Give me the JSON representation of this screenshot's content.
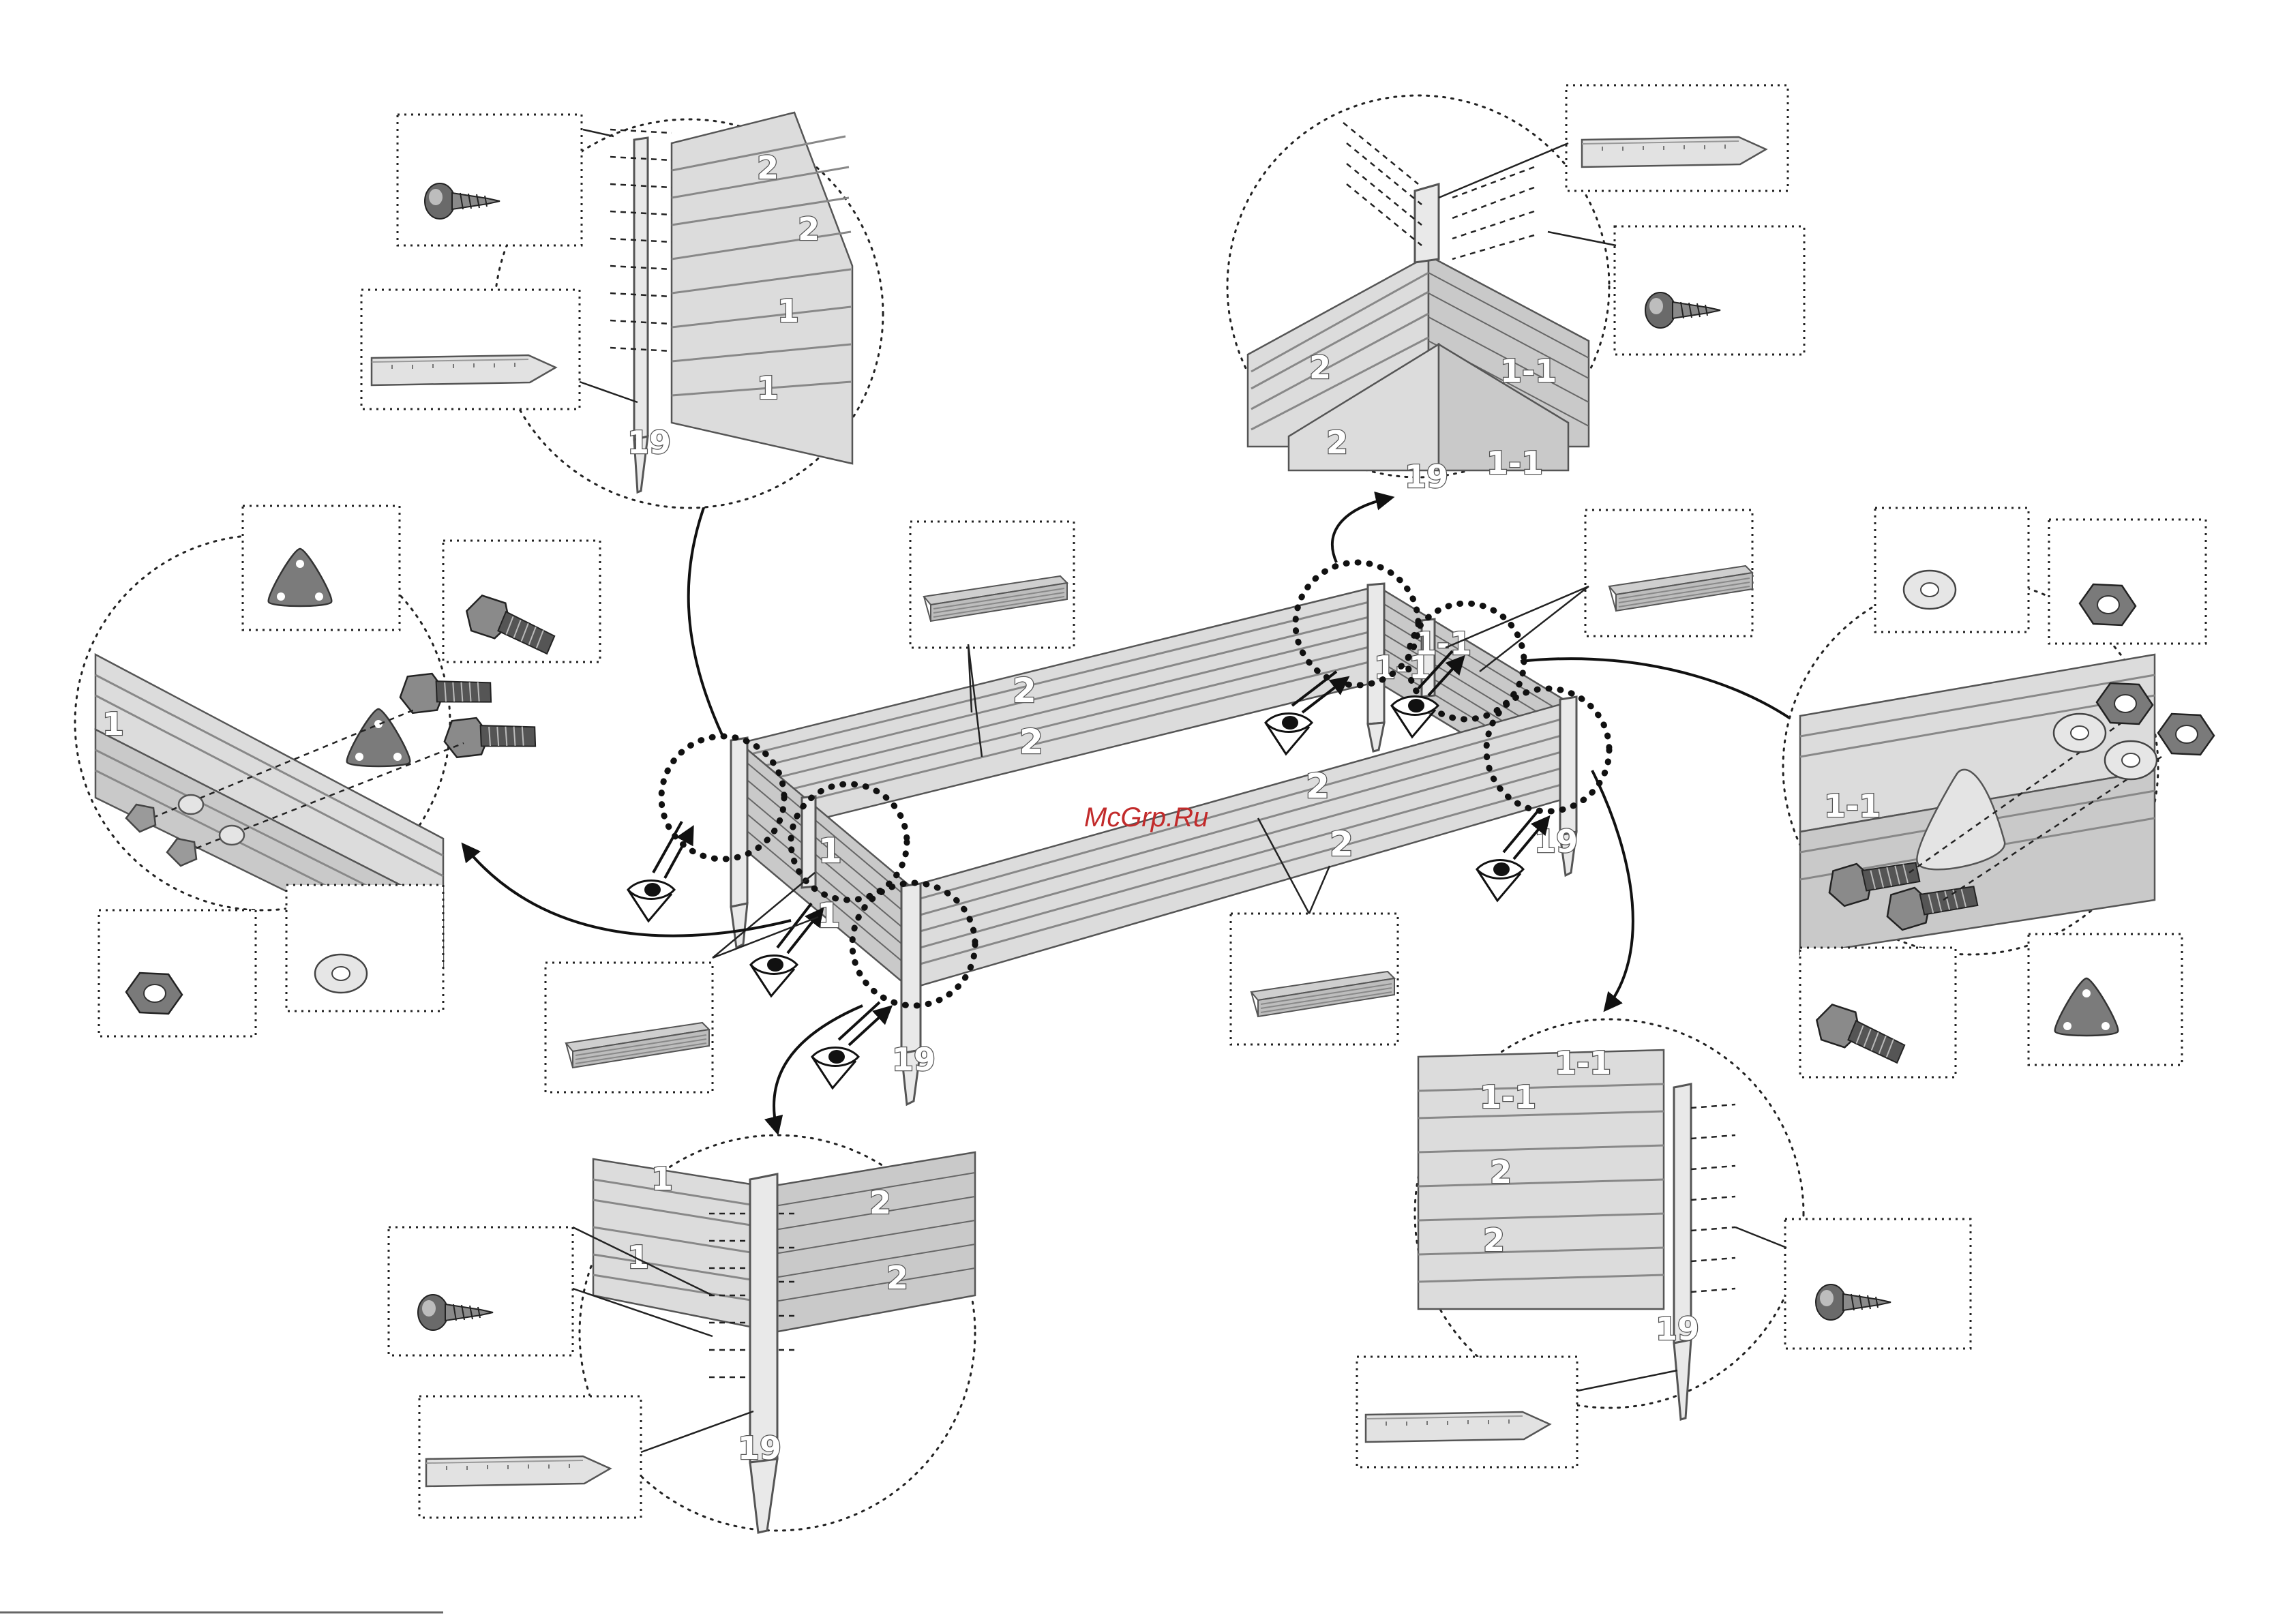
{
  "watermark": "McGrp.Ru",
  "labels": {
    "p1": "1",
    "p11": "1-1",
    "p2": "2",
    "p19": "19"
  },
  "colors": {
    "watermark": "#c22b2b",
    "panel": "#dcdcdc",
    "outline": "#222222"
  },
  "icons": [
    "self-tapping-screw-icon",
    "ground-stake-icon",
    "triangle-plate-icon",
    "hex-bolt-icon",
    "hex-nut-icon",
    "washer-icon",
    "panel-profile-icon",
    "view-eye-icon"
  ]
}
